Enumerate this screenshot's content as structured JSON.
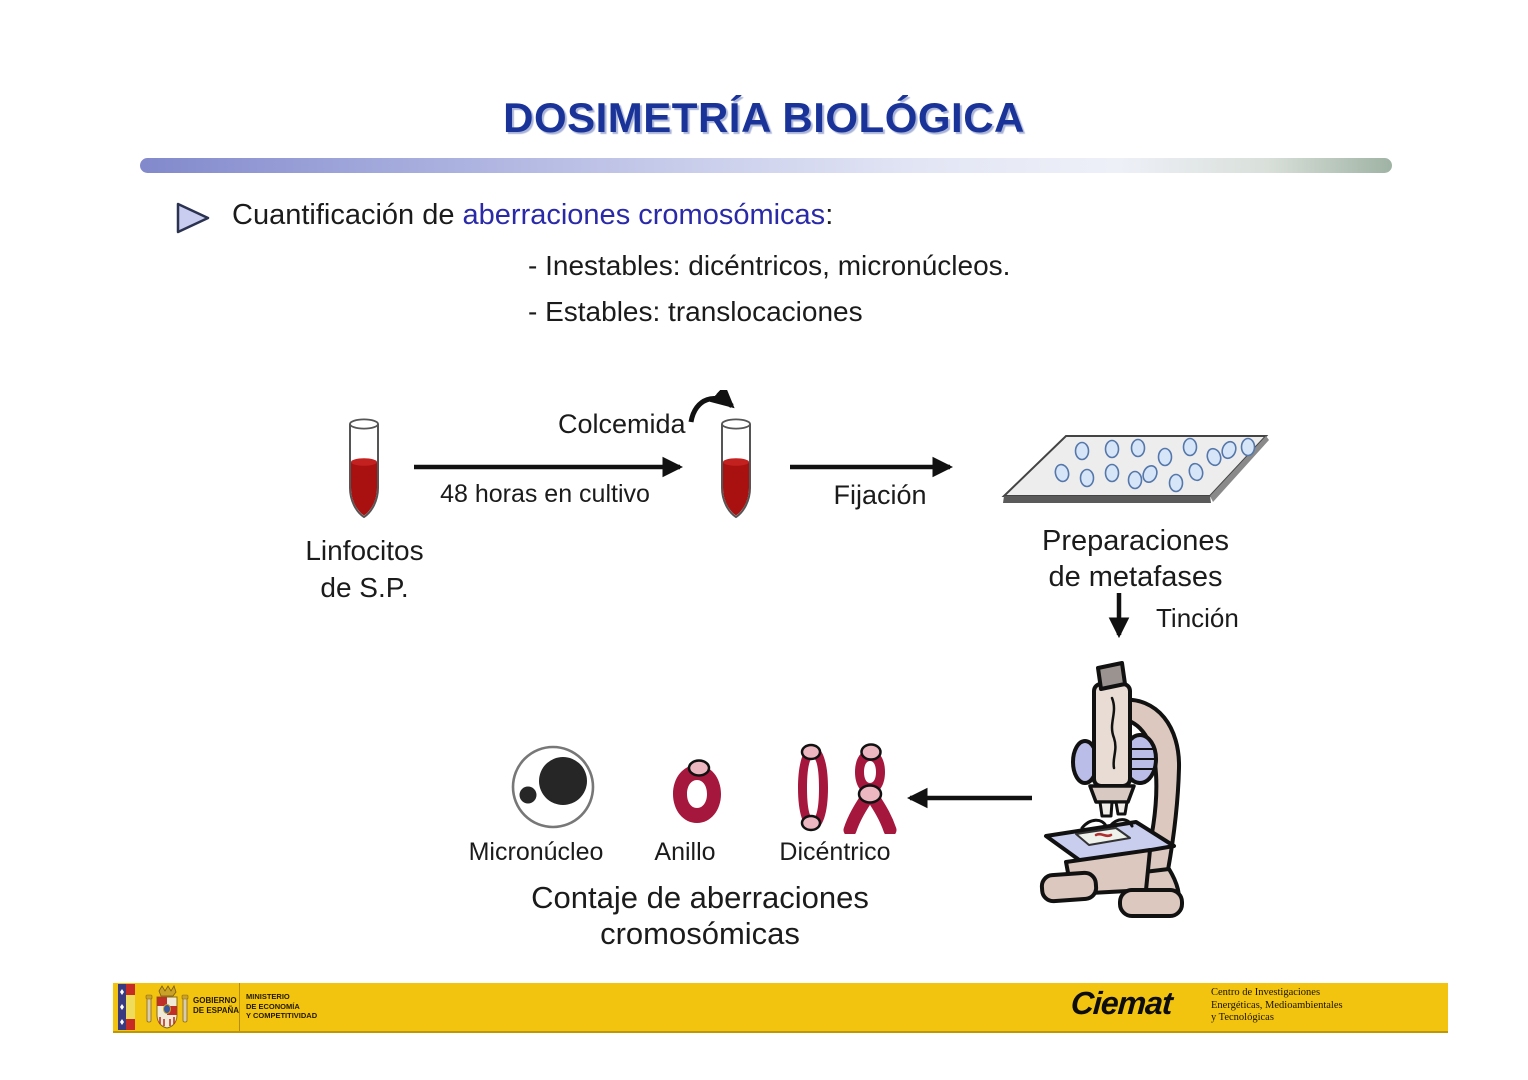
{
  "slide": {
    "title": "DOSIMETRÍA BIOLÓGICA",
    "bullet": {
      "prefix": "Cuantificación de ",
      "highlight": "aberraciones cromosómicas",
      "suffix": ":",
      "sub_item_1": "- Inestables: dicéntricos, micronúcleos.",
      "sub_item_2": "- Estables: translocaciones"
    },
    "diagram": {
      "source_label_line1": "Linfocitos",
      "source_label_line2": "de S.P.",
      "culture_arrow_label": "48 horas en cultivo",
      "colcemida_label": "Colcemida",
      "fixation_arrow_label": "Fijación",
      "preparations_label_line1": "Preparaciones",
      "preparations_label_line2": "de metafases",
      "staining_label": "Tinción",
      "aberrations": {
        "micronucleus_label": "Micronúcleo",
        "ring_label": "Anillo",
        "dicentric_label": "Dicéntrico"
      },
      "caption_line1": "Contaje de aberraciones",
      "caption_line2": "cromosómicas"
    },
    "colors": {
      "title_blue": "#1a3399",
      "highlight_blue": "#2a2aa8",
      "chromosome_crimson": "#a5173d",
      "blood_red": "#a91111",
      "banner_yellow": "#f2c40f"
    }
  },
  "footer": {
    "gobierno_line1": "GOBIERNO",
    "gobierno_line2": "DE ESPAÑA",
    "ministerio_line1": "MINISTERIO",
    "ministerio_line2": "DE ECONOMÍA",
    "ministerio_line3": "Y COMPETITIVIDAD",
    "ciemat_logo": "Ciemat",
    "ciemat_line1": "Centro de Investigaciones",
    "ciemat_line2": "Energéticas, Medioambientales",
    "ciemat_line3": "y Tecnológicas"
  }
}
